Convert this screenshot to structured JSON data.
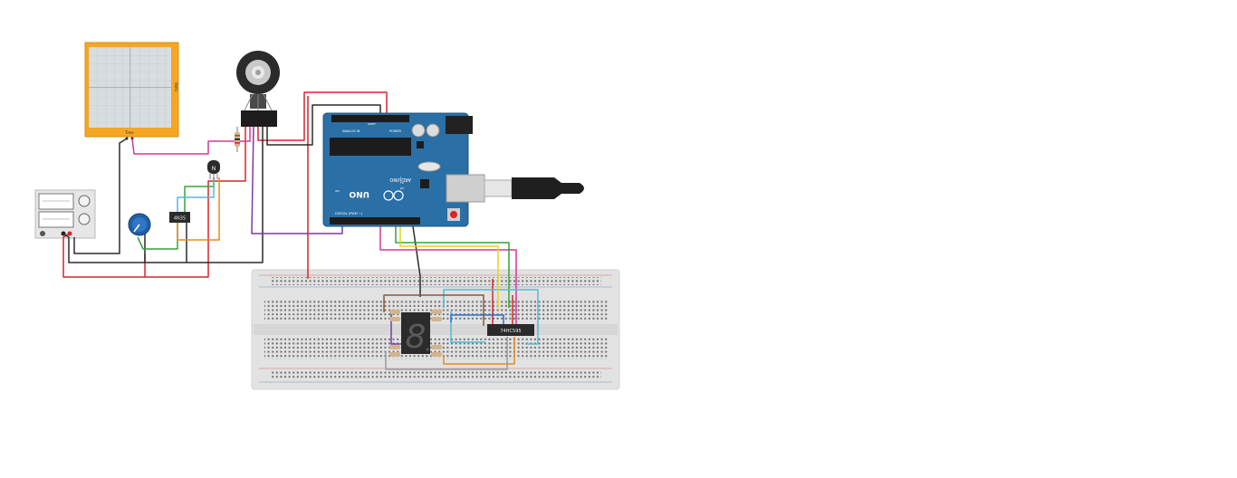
{
  "oscilloscope": {
    "time_label": "Time",
    "volts_label": "Volts"
  },
  "transistor": {
    "label": "N"
  },
  "optocoupler": {
    "label": "4N35"
  },
  "arduino": {
    "model": "UNO",
    "brand": "ARDUINO",
    "analog_label": "ANALOG IN",
    "power_label": "POWER",
    "digital_label": "DIGITAL (PWM ~)",
    "ioref_label": "IOREF",
    "tx_label": "TX",
    "rx_label": "RX",
    "l_label": "L",
    "on_label": "ON"
  },
  "shift_register": {
    "label": "74HC595"
  },
  "seven_segment": {
    "digit": "8"
  },
  "colors": {
    "arduino_blue": "#2a6fa6",
    "breadboard": "#e2e2e2",
    "wire_red": "#d9242b",
    "wire_black": "#2b2b2b",
    "wire_green": "#35a33a",
    "wire_yellow": "#e6d418",
    "wire_orange": "#e58b1d",
    "wire_magenta": "#d23a96",
    "wire_purple": "#7b3aa6",
    "wire_cyan": "#52b9d6",
    "wire_blue": "#2c6fc9",
    "wire_brown": "#8a5a35",
    "wire_gray": "#9a9a9a",
    "oscilloscope_frame": "#f5a623"
  }
}
